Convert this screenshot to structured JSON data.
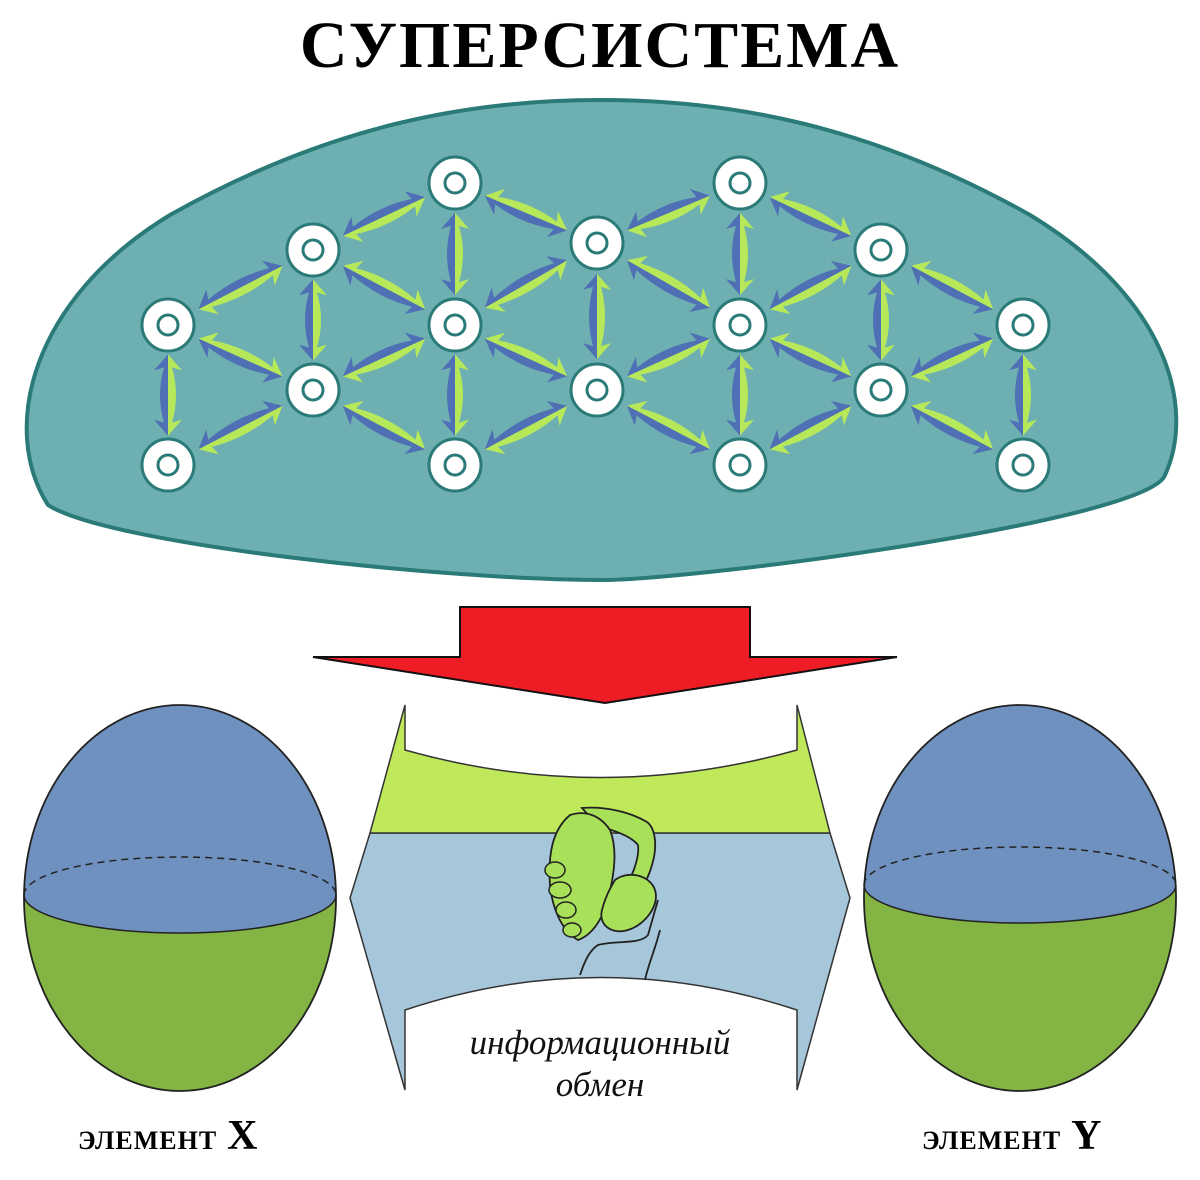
{
  "title": "СУПЕРСИСТЕМА",
  "elements": {
    "left": {
      "word": "ЭЛЕМЕНТ",
      "letter": "X"
    },
    "right": {
      "word": "ЭЛЕМЕНТ",
      "letter": "Y"
    }
  },
  "exchange": {
    "line1": "информационный",
    "line2": "обмен"
  },
  "colors": {
    "supersystem_fill": "#6eb0b2",
    "supersystem_stroke": "#2a7a78",
    "node_fill": "#ffffff",
    "node_stroke": "#2a7a78",
    "arrow_green": "#b6e85a",
    "arrow_blue": "#4f70b4",
    "down_arrow": "#ee1c25",
    "sphere_top": "#6f91bf",
    "sphere_bottom": "#84b444",
    "band_green": "#bfe85a",
    "band_blue": "#a6c6da",
    "hand_green": "#a8e05a"
  },
  "icons": [
    "node-icon",
    "double-arrow-icon",
    "down-arrow-icon",
    "handshake-icon"
  ]
}
